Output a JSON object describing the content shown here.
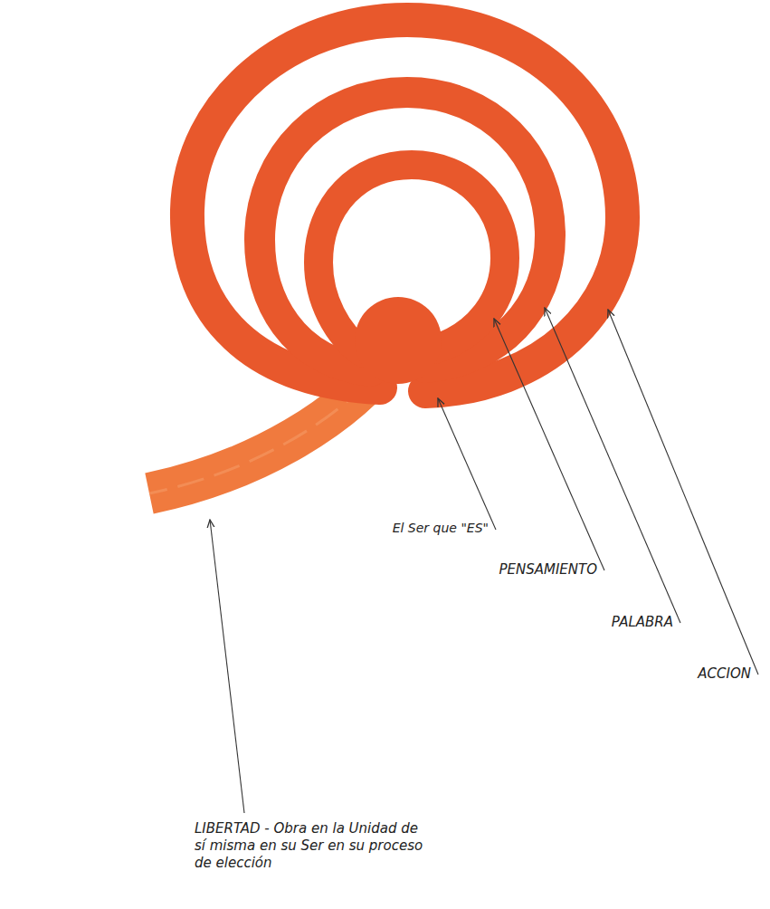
{
  "diagram": {
    "labels": [
      "El Ser que \"ES\"",
      "PENSAMIENTO",
      "PALABRA",
      "ACCION",
      "LIBERTAD - Obra en la Unidad de sí misma en su Ser en su proceso de elección"
    ]
  }
}
